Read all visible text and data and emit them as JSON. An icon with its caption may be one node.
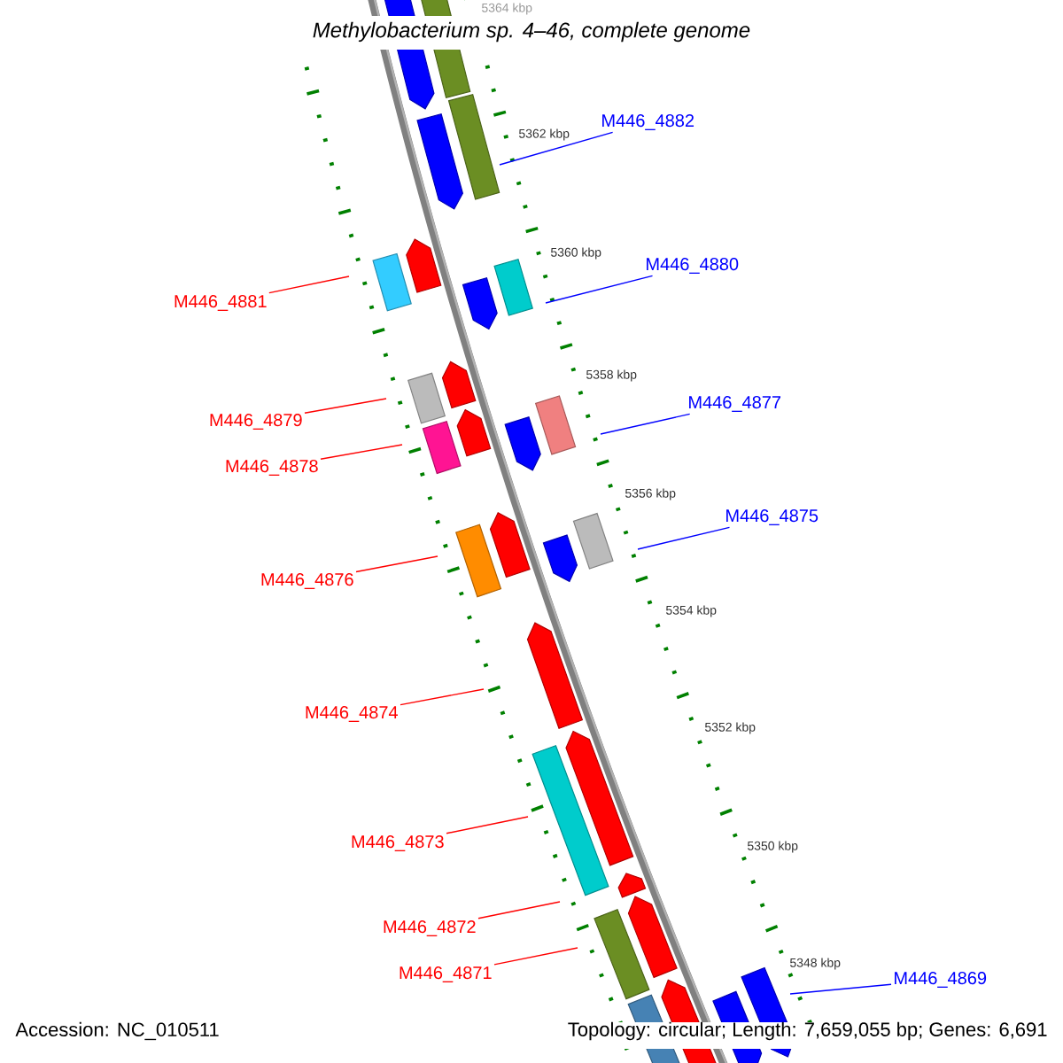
{
  "diagram": {
    "title": "Methylobacterium sp. 4–46, complete genome",
    "nodes": [
      {
        "text": [
          "M446_4882"
        ]
      },
      {
        "text": [
          "M446_4880"
        ]
      },
      {
        "text": [
          "M446_4881"
        ]
      },
      {
        "text": [
          "M446_4877"
        ]
      },
      {
        "text": [
          "M446_4879"
        ]
      },
      {
        "text": [
          "M446_4878"
        ]
      },
      {
        "text": [
          "M446_4875"
        ]
      },
      {
        "text": [
          "M446_4876"
        ]
      },
      {
        "text": [
          "M446_4874"
        ]
      },
      {
        "text": [
          "M446_4873"
        ]
      },
      {
        "text": [
          "M446_4872"
        ]
      },
      {
        "text": [
          "M446_4871"
        ]
      },
      {
        "text": [
          "M446_4869"
        ]
      }
    ],
    "edges": [
      {
        "from": 0,
        "to": null,
        "arrow": "none",
        "color": "#0000ff"
      },
      {
        "from": 1,
        "to": null,
        "arrow": "none",
        "color": "#0000ff"
      },
      {
        "from": 2,
        "to": null,
        "arrow": "none"
      },
      {
        "from": 3,
        "to": null,
        "arrow": "none",
        "color": "#0000ff"
      },
      {
        "from": 4,
        "to": null,
        "arrow": "none"
      },
      {
        "from": 5,
        "to": null,
        "arrow": "none"
      },
      {
        "from": 6,
        "to": null,
        "arrow": "none",
        "color": "#0000ff"
      },
      {
        "from": 7,
        "to": null,
        "arrow": "none"
      },
      {
        "from": 8,
        "to": null,
        "arrow": "none"
      },
      {
        "from": 9,
        "to": null,
        "arrow": "none"
      },
      {
        "from": 10,
        "to": null,
        "arrow": "none"
      },
      {
        "from": 11,
        "to": null,
        "arrow": "none"
      },
      {
        "from": 12,
        "to": null,
        "arrow": "none",
        "color": "#0000ff"
      }
    ],
    "labels": [
      "5364 kbp",
      "5362 kbp",
      "5360 kbp",
      "5358 kbp",
      "5356 kbp",
      "5354 kbp",
      "5352 kbp",
      "5350 kbp",
      "5348 kbp",
      "Accession: NC_010511",
      "Topology: circular; Length: 7,659,055 bp; Genes: 6,691"
    ]
  }
}
